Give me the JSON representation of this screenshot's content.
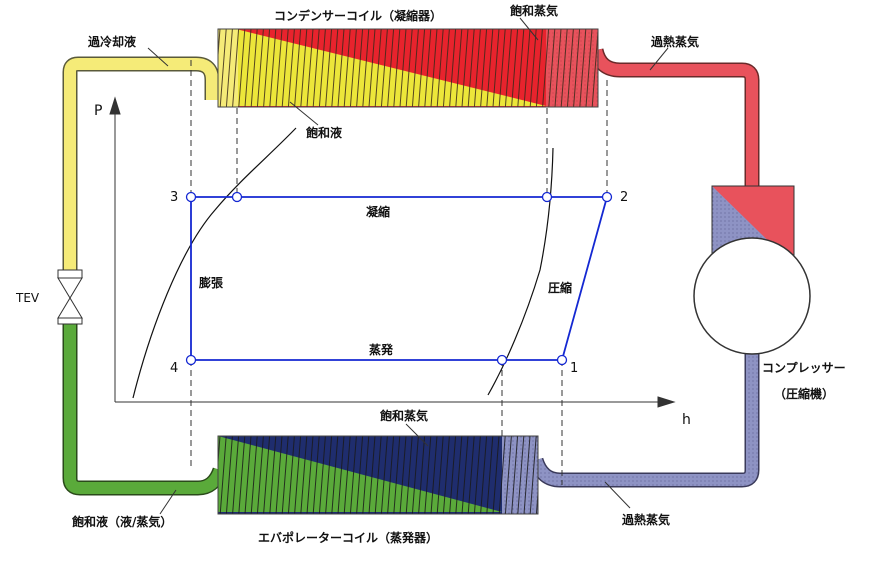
{
  "labels": {
    "condenser_coil": "コンデンサーコイル（凝縮器）",
    "sat_vapor_top": "飽和蒸気",
    "superheated_top": "過熱蒸気",
    "subcooled_liquid": "過冷却液",
    "sat_liquid": "飽和液",
    "tev": "TEV",
    "expansion": "膨張",
    "condensation": "凝縮",
    "compression": "圧縮",
    "evaporation": "蒸発",
    "compressor_line1": "コンプレッサー",
    "compressor_line2": "（圧縮機）",
    "sat_vapor_bottom": "飽和蒸気",
    "superheated_bottom": "過熱蒸気",
    "sat_liquid_mix": "飽和液（液/蒸気）",
    "evaporator_coil": "エバポレーターコイル（蒸発器）",
    "axis_p": "P",
    "axis_h": "h",
    "point_1": "1",
    "point_2": "2",
    "point_3": "3",
    "point_4": "4"
  },
  "colors": {
    "liquid_yellow": "#f5eb78",
    "coil_yellow": "#ece63a",
    "coil_red": "#e8232d",
    "vapor_red": "#e8525c",
    "liquid_green": "#5aaa3a",
    "coil_navy": "#1f2d6e",
    "vapor_lavender": "#8e93c4",
    "cycle_blue": "#1428d2"
  }
}
